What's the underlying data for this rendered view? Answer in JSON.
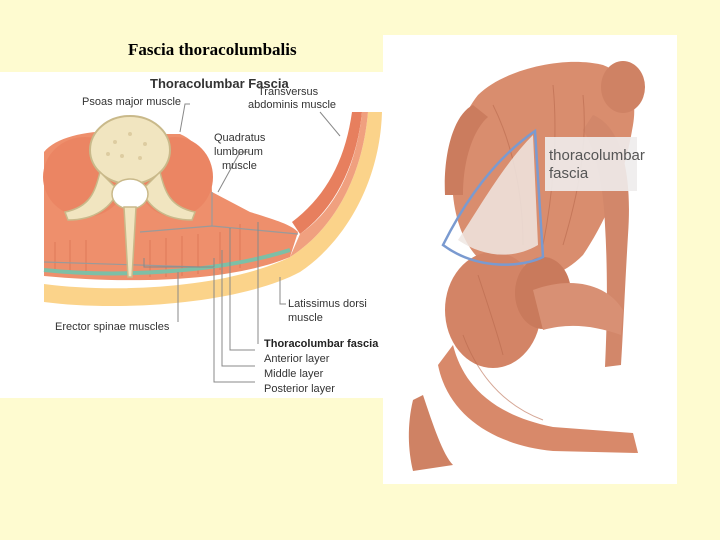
{
  "slide": {
    "title": "Fascia thoracolumbalis"
  },
  "cross_section": {
    "title": "Thoracolumbar Fascia",
    "labels": {
      "psoas": "Psoas major muscle",
      "transversus_line1": "Transversus",
      "transversus_line2": "abdominis muscle",
      "quadratus_line1": "Quadratus",
      "quadratus_line2": "lumborum",
      "quadratus_line3": "muscle",
      "latissimus_line1": "Latissimus dorsi",
      "latissimus_line2": "muscle",
      "erector": "Erector spinae muscles",
      "fascia_heading": "Thoracolumbar fascia",
      "anterior": "Anterior layer",
      "middle": "Middle layer",
      "posterior": "Posterior layer"
    },
    "colors": {
      "muscle": "#ee8f6c",
      "bone": "#f1e5c0",
      "fat": "#fbd38a",
      "fascia": "#7dbfa6"
    }
  },
  "figure": {
    "fascia_label_line1": "thoracolumbar",
    "fascia_label_line2": "fascia",
    "colors": {
      "skin": "#d98d6e",
      "outline": "#7a9ad0"
    }
  }
}
